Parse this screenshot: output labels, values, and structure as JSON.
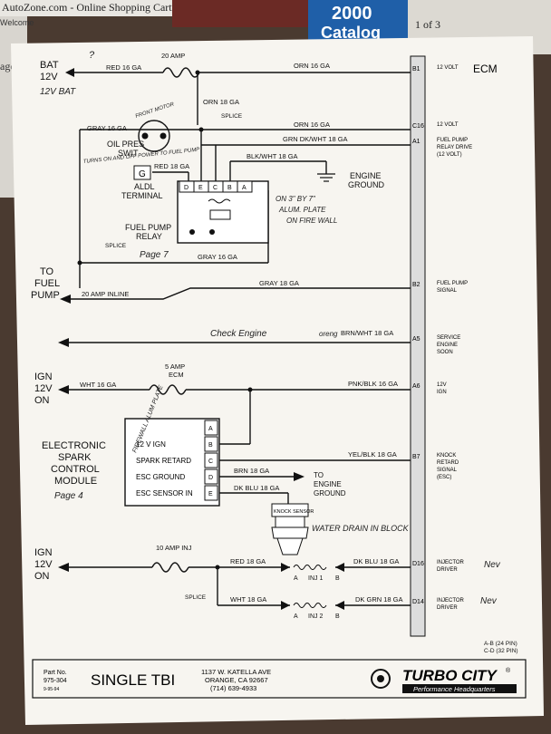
{
  "background": {
    "website_text": "AutoZone.com - Online Shopping Cart",
    "left_fragment_1": "Welcome",
    "left_fragment_2": "age",
    "catalog_year": "2000",
    "catalog_word": "Catalog",
    "page_indicator": "1 of 3"
  },
  "ecm": {
    "label": "ECM",
    "pins": [
      {
        "pin": "B1",
        "desc": [
          "12 VOLT"
        ]
      },
      {
        "pin": "C16",
        "desc": [
          "12 VOLT"
        ]
      },
      {
        "pin": "A1",
        "desc": [
          "FUEL PUMP",
          "RELAY DRIVE",
          "(12 VOLT)"
        ]
      },
      {
        "pin": "B2",
        "desc": [
          "FUEL PUMP",
          "SIGNAL"
        ]
      },
      {
        "pin": "A5",
        "desc": [
          "SERVICE",
          "ENGINE",
          "SOON"
        ]
      },
      {
        "pin": "A6",
        "desc": [
          "12V",
          "IGN"
        ]
      },
      {
        "pin": "B7",
        "desc": [
          "KNOCK",
          "RETARD",
          "SIGNAL",
          "(ESC)"
        ]
      },
      {
        "pin": "D16",
        "desc": [
          "INJECTOR",
          "DRIVER"
        ]
      },
      {
        "pin": "D14",
        "desc": [
          "INJECTOR",
          "DRIVER"
        ]
      }
    ]
  },
  "labels": {
    "bat": [
      "BAT",
      "12V"
    ],
    "red16": "RED 16 GA",
    "amp20": "20 AMP",
    "orn16_top": "ORN 16 GA",
    "orn18": "ORN 18 GA",
    "splice": "SPLICE",
    "gray16_left": "GRAY 16 GA",
    "orn16_mid": "ORN 16 GA",
    "grn_dkwht": "GRN DK/WHT 18 GA",
    "oil_pres": [
      "OIL PRES",
      "SWIT"
    ],
    "red18": "RED 18 GA",
    "blk_wht": "BLK/WHT 18 GA",
    "engine_ground": [
      "ENGINE",
      "GROUND"
    ],
    "g": "G",
    "aldl": [
      "ALDL",
      "TERMINAL"
    ],
    "relay_pins": [
      "D",
      "E",
      "C",
      "B",
      "A"
    ],
    "fuel_pump_relay": [
      "FUEL PUMP",
      "RELAY"
    ],
    "splice2": "SPLICE",
    "gray16_bottom": "GRAY 16 GA",
    "to_fuel_pump": [
      "TO",
      "FUEL",
      "PUMP"
    ],
    "inline_20amp": "20 AMP INLINE",
    "gray18": "GRAY 18 GA",
    "brn_wht": "BRN/WHT 18 GA",
    "ign_1": [
      "IGN",
      "12V",
      "ON"
    ],
    "wht16": "WHT 16 GA",
    "amp5": [
      "5 AMP",
      "ECM"
    ],
    "pnk_blk": "PNK/BLK 16 GA",
    "esc_module": [
      "ELECTRONIC",
      "SPARK",
      "CONTROL",
      "MODULE"
    ],
    "esc_rows": [
      {
        "pin": "A",
        "label": ""
      },
      {
        "pin": "B",
        "label": "12 V IGN"
      },
      {
        "pin": "C",
        "label": "SPARK RETARD"
      },
      {
        "pin": "D",
        "label": "ESC GROUND"
      },
      {
        "pin": "E",
        "label": "ESC SENSOR IN"
      }
    ],
    "yel_blk": "YEL/BLK 18 GA",
    "brn18": "BRN 18 GA",
    "to_engine_ground": [
      "TO",
      "ENGINE",
      "GROUND"
    ],
    "dk_blu": "DK BLU 18 GA",
    "knock_sensor": "KNOCK SENSOR",
    "ign_2": [
      "IGN",
      "12V",
      "ON"
    ],
    "amp10": "10 AMP INJ",
    "red18_b": "RED 18 GA",
    "dk_blu_b": "DK BLU 18 GA",
    "splice3": "SPLICE",
    "wht18": "WHT 18 GA",
    "dk_grn": "DK GRN 18 GA",
    "inj1": [
      "A",
      "INJ 1",
      "B"
    ],
    "inj2": [
      "A",
      "INJ 2",
      "B"
    ],
    "connector_note": [
      "A-B (24 PIN)",
      "C-D (32 PIN)"
    ]
  },
  "handwritten": {
    "bat": "12V BAT",
    "front": "FRONT MOTOR",
    "oil": "TURNS ON AND OFF POWER TO FUEL PUMP",
    "plate": [
      "ON 3\" BY 7\"",
      "ALUM. PLATE",
      "ON FIRE WALL"
    ],
    "page7": "Page 7",
    "check_engine": "Check Engine",
    "oreng": "oreng",
    "esc": "FIREWALL ALUM PLATE",
    "page4": "Page 4",
    "water": "WATER DRAIN IN BLOCK",
    "nev1": "Nev",
    "nev2": "Nev",
    "question": "?"
  },
  "footer": {
    "part_label": "Part No.",
    "part_no": "975-304",
    "date": "9-95-94",
    "title": "SINGLE TBI",
    "address": [
      "1137 W. KATELLA AVE",
      "ORANGE, CA 92667",
      "(714) 639-4933"
    ],
    "brand": "TURBO CITY",
    "brand_mark": "®",
    "tagline": "Performance Headquarters"
  }
}
